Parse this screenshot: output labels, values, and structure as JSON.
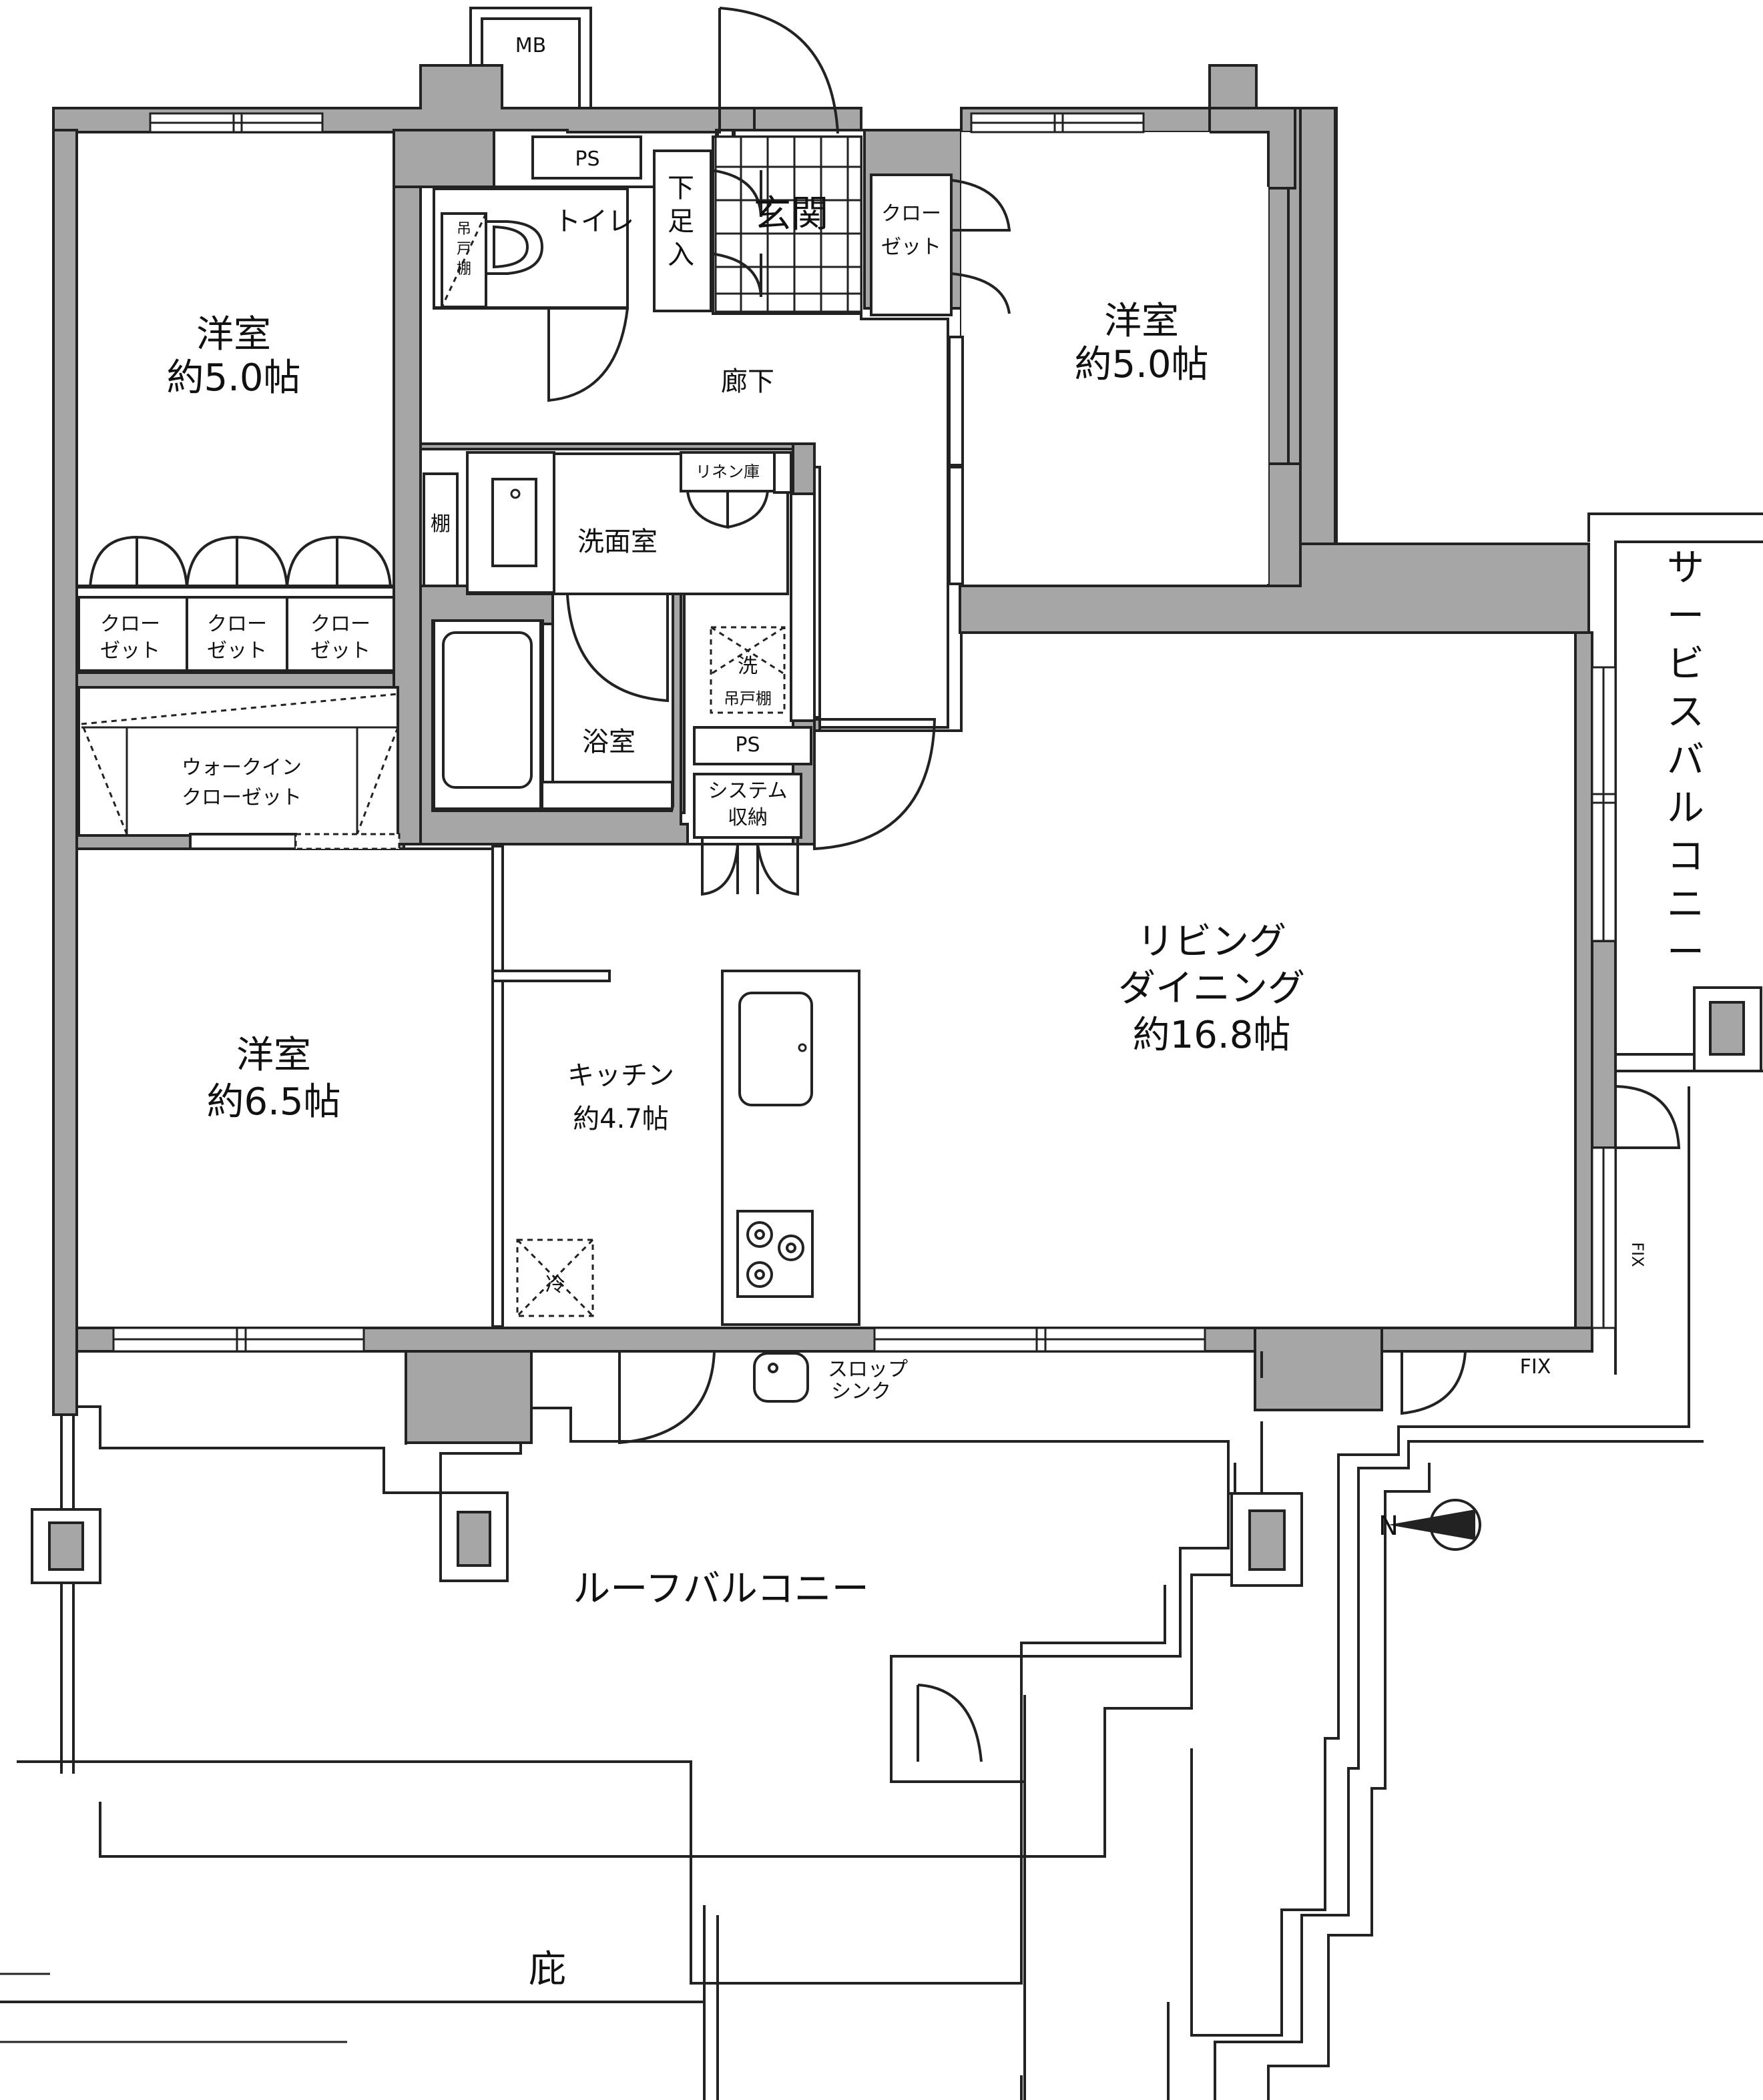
{
  "rooms": {
    "western_nw": {
      "name": "洋室",
      "size": "約5.0帖"
    },
    "western_ne": {
      "name": "洋室",
      "size": "約5.0帖"
    },
    "western_sw": {
      "name": "洋室",
      "size": "約6.5帖"
    },
    "living": {
      "line1": "リビング",
      "line2": "ダイニング",
      "size": "約16.8帖"
    },
    "kitchen": {
      "name": "キッチン",
      "size": "約4.7帖"
    },
    "entrance": "玄関",
    "corridor": "廊下",
    "toilet": "トイレ",
    "washroom": "洗面室",
    "bathroom": "浴室",
    "roof_balcony": "ルーフバルコニー",
    "service_balcony": "サービスバルコニー",
    "eaves": "庇"
  },
  "storage": {
    "mb": "MB",
    "ps_top": "PS",
    "ps_mid": "PS",
    "shoe_box": [
      "下",
      "足",
      "入"
    ],
    "closet_entry": [
      "クロー",
      "ゼット"
    ],
    "closet_1": [
      "クロー",
      "ゼット"
    ],
    "closet_2": [
      "クロー",
      "ゼット"
    ],
    "closet_3": [
      "クロー",
      "ゼット"
    ],
    "walk_in_closet": [
      "ウォークイン",
      "クローゼット"
    ],
    "shelf": "棚",
    "hanging_cabinet": [
      "吊",
      "戸",
      "棚"
    ],
    "linen": "リネン庫",
    "washer": "洗",
    "washer_cabinet": "吊戸棚",
    "system_storage": [
      "システム",
      "収納"
    ],
    "fridge": "冷",
    "slop_sink": [
      "スロップ",
      "シンク"
    ],
    "fix_1": "FIX",
    "fix_2": "FIX"
  },
  "compass": {
    "north": "N"
  },
  "colors": {
    "wall": "#a6a6a6",
    "line": "#222222",
    "background": "#ffffff"
  }
}
